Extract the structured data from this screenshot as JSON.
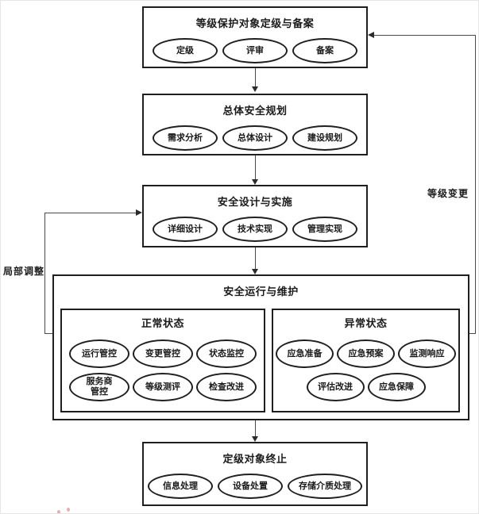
{
  "colors": {
    "line": "#4a4a4a",
    "box_border": "#1f1f1f",
    "background": "#ffffff",
    "artifact_pink": "#e09a9a"
  },
  "stages": [
    {
      "title": "等级保护对象定级与备案",
      "items": [
        "定级",
        "评审",
        "备案"
      ]
    },
    {
      "title": "总体安全规划",
      "items": [
        "需求分析",
        "总体设计",
        "建设规划"
      ]
    },
    {
      "title": "安全设计与实施",
      "items": [
        "详细设计",
        "技术实现",
        "管理实现"
      ]
    },
    {
      "title": "安全运行与维护",
      "normal": {
        "title": "正常状态",
        "items": [
          "运行管控",
          "变更管控",
          "状态监控",
          "服务商管控",
          "等级测评",
          "检查改进"
        ]
      },
      "abnormal": {
        "title": "异常状态",
        "items": [
          "应急准备",
          "应急预案",
          "监测响应",
          "评估改进",
          "应急保障"
        ]
      }
    },
    {
      "title": "定级对象终止",
      "items": [
        "信息处理",
        "设备处置",
        "存储介质处理"
      ]
    }
  ],
  "feedback": {
    "left_label": "局部调整",
    "right_label": "等级变更"
  }
}
